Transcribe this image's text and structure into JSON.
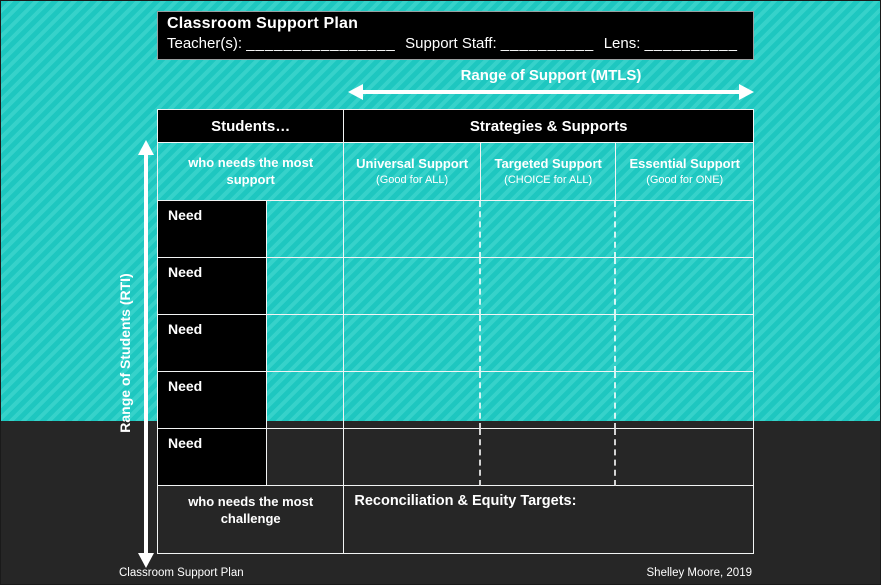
{
  "slide": {
    "header_box": {
      "title": "Classroom Support Plan",
      "fields": [
        {
          "label": "Teacher(s):",
          "blank": "________________"
        },
        {
          "label": "Support Staff:",
          "blank": "__________"
        },
        {
          "label": "Lens:",
          "blank": "__________"
        }
      ]
    },
    "axes": {
      "horizontal_label": "Range of Support (MTLS)",
      "vertical_label": "Range of Students (RTI)"
    },
    "table": {
      "header": {
        "students": "Students…",
        "strategies": "Strategies & Supports"
      },
      "subheader": {
        "left": "who needs the most support",
        "columns": [
          {
            "title": "Universal Support",
            "subtitle": "(Good for ALL)"
          },
          {
            "title": "Targeted Support",
            "subtitle": "(CHOICE for ALL)"
          },
          {
            "title": "Essential Support",
            "subtitle": "(Good for ONE)"
          }
        ]
      },
      "need_rows": [
        "Need",
        "Need",
        "Need",
        "Need",
        "Need"
      ],
      "footer_row": {
        "left": "who needs the most challenge",
        "right": "Reconciliation & Equity Targets:"
      }
    },
    "footer": {
      "left": "Classroom Support Plan",
      "right": "Shelley Moore, 2019"
    },
    "colors": {
      "teal": "#1ec7c0",
      "teal_stripe": "#36d2ca",
      "dark_background": "#262626",
      "cell_black": "#000000",
      "line_white": "#f2f4f4"
    }
  }
}
